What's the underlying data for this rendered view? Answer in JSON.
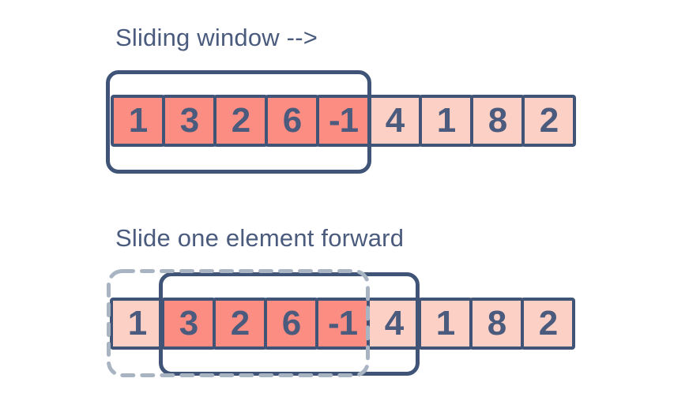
{
  "colors": {
    "background": "#ffffff",
    "border_ink": "#3f5477",
    "text_ink": "#4a5b7d",
    "cell_active_fill": "#fc8d83",
    "cell_inactive_fill": "#fcd0c5",
    "dashed_outline": "#a9b4c3"
  },
  "sections": [
    {
      "title": "Sliding window -->",
      "cells": [
        {
          "value": "1",
          "state": "active"
        },
        {
          "value": "3",
          "state": "active"
        },
        {
          "value": "2",
          "state": "active"
        },
        {
          "value": "6",
          "state": "active"
        },
        {
          "value": "-1",
          "state": "active"
        },
        {
          "value": "4",
          "state": "inactive"
        },
        {
          "value": "1",
          "state": "inactive"
        },
        {
          "value": "8",
          "state": "inactive"
        },
        {
          "value": "2",
          "state": "inactive"
        }
      ],
      "windows": [
        {
          "style": "solid",
          "start_index": 0,
          "length": 5,
          "covers_values": [
            "1",
            "3",
            "2",
            "6",
            "-1"
          ]
        }
      ]
    },
    {
      "title": "Slide one element forward",
      "cells": [
        {
          "value": "1",
          "state": "inactive"
        },
        {
          "value": "3",
          "state": "active"
        },
        {
          "value": "2",
          "state": "active"
        },
        {
          "value": "6",
          "state": "active"
        },
        {
          "value": "-1",
          "state": "active"
        },
        {
          "value": "4",
          "state": "inactive"
        },
        {
          "value": "1",
          "state": "inactive"
        },
        {
          "value": "8",
          "state": "inactive"
        },
        {
          "value": "2",
          "state": "inactive"
        }
      ],
      "windows": [
        {
          "style": "dashed",
          "start_index": 0,
          "length": 5,
          "covers_values": [
            "1",
            "3",
            "2",
            "6",
            "-1"
          ]
        },
        {
          "style": "solid",
          "start_index": 1,
          "length": 5,
          "covers_values": [
            "3",
            "2",
            "6",
            "-1",
            "4"
          ]
        }
      ]
    }
  ]
}
